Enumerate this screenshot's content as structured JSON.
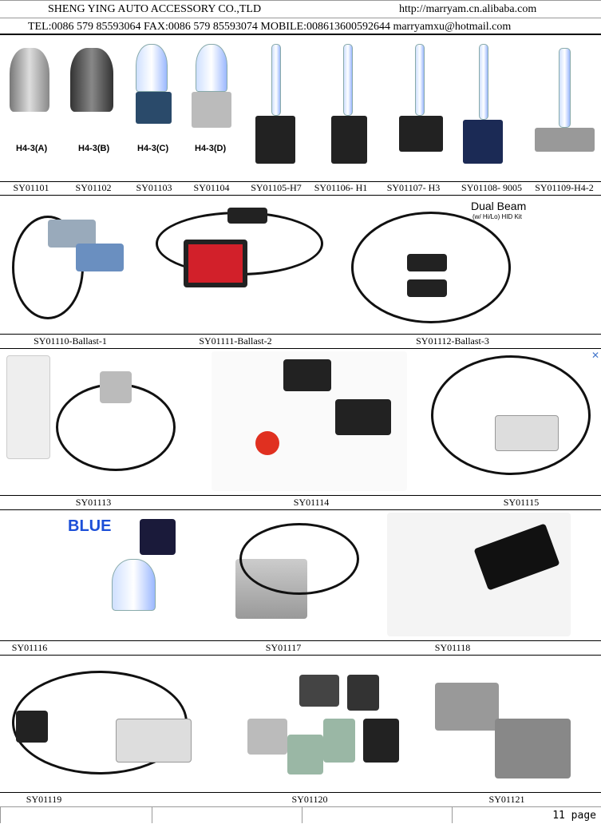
{
  "header": {
    "company": "SHENG YING AUTO ACCESSORY CO.,TLD",
    "website": "http://marryam.cn.alibaba.com",
    "contact": "TEL:0086 579 85593064  FAX:0086 579 85593074  MOBILE:008613600592644  marryamxu@hotmail.com"
  },
  "row1": {
    "captions": [
      "H4-3(A)",
      "H4-3(B)",
      "H4-3(C)",
      "H4-3(D)"
    ],
    "labels": [
      "SY01101",
      "SY01102",
      "SY01103",
      "SY01104",
      "SY01105-H7",
      "SY01106- H1",
      "SY01107- H3",
      "SY01108- 9005",
      "SY01109-H4-2"
    ]
  },
  "row2": {
    "labels": [
      "SY01110-Ballast-1",
      "SY01111-Ballast-2",
      "SY01112-Ballast-3"
    ],
    "dual_beam": "Dual Beam",
    "dual_beam_sub": "(w/ Hi/Lo) HID Kit"
  },
  "row3": {
    "labels": [
      "SY01113",
      "SY01114",
      "SY01115"
    ]
  },
  "row4": {
    "labels": [
      "SY01116",
      "SY01117",
      "SY01118"
    ],
    "blue": "BLUE"
  },
  "row5": {
    "labels": [
      "SY01119",
      "SY01120",
      "SY01121"
    ]
  },
  "footer": {
    "page": "11  page"
  },
  "colors": {
    "blue_text": "#1c4fd8",
    "ballast_red": "#d2202a"
  }
}
